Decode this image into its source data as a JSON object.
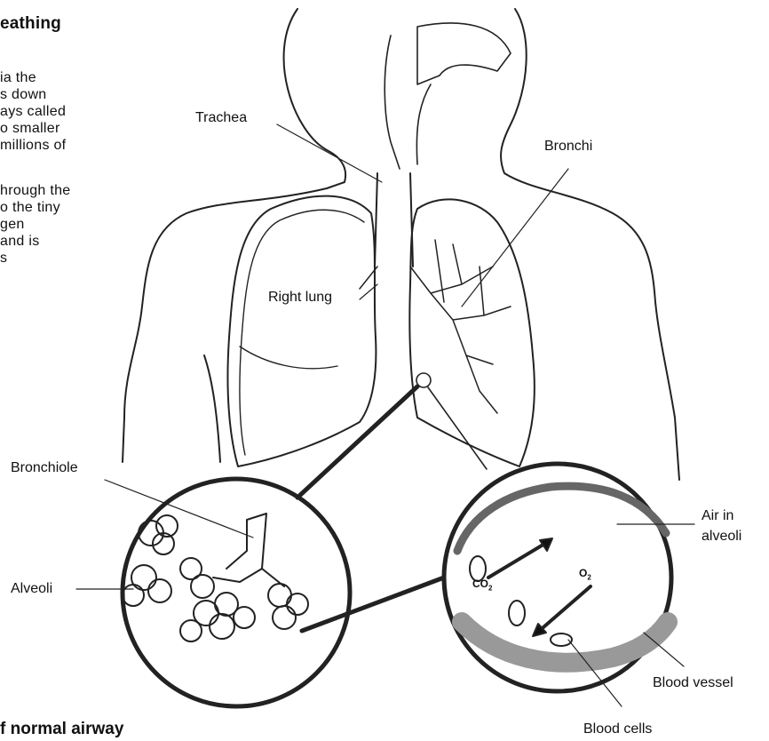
{
  "heading": "eathing",
  "body_text": {
    "paragraph1": [
      "ia the",
      "s down",
      "ays called",
      "o smaller",
      "millions of"
    ],
    "paragraph2": [
      "hrough the",
      "o the tiny",
      "gen",
      "and is",
      "s"
    ]
  },
  "bottom_heading": "f normal airway",
  "labels": {
    "trachea": "Trachea",
    "bronchi": "Bronchi",
    "right_lung": "Right lung",
    "bronchiole": "Bronchiole",
    "alveoli": "Alveoli",
    "air_in_alveoli_line1": "Air in",
    "air_in_alveoli_line2": "alveoli",
    "co2": "CO",
    "co2_sub": "2",
    "o2": "O",
    "o2_sub": "2",
    "blood_vessel": "Blood vessel",
    "blood_cells": "Blood cells"
  }
}
